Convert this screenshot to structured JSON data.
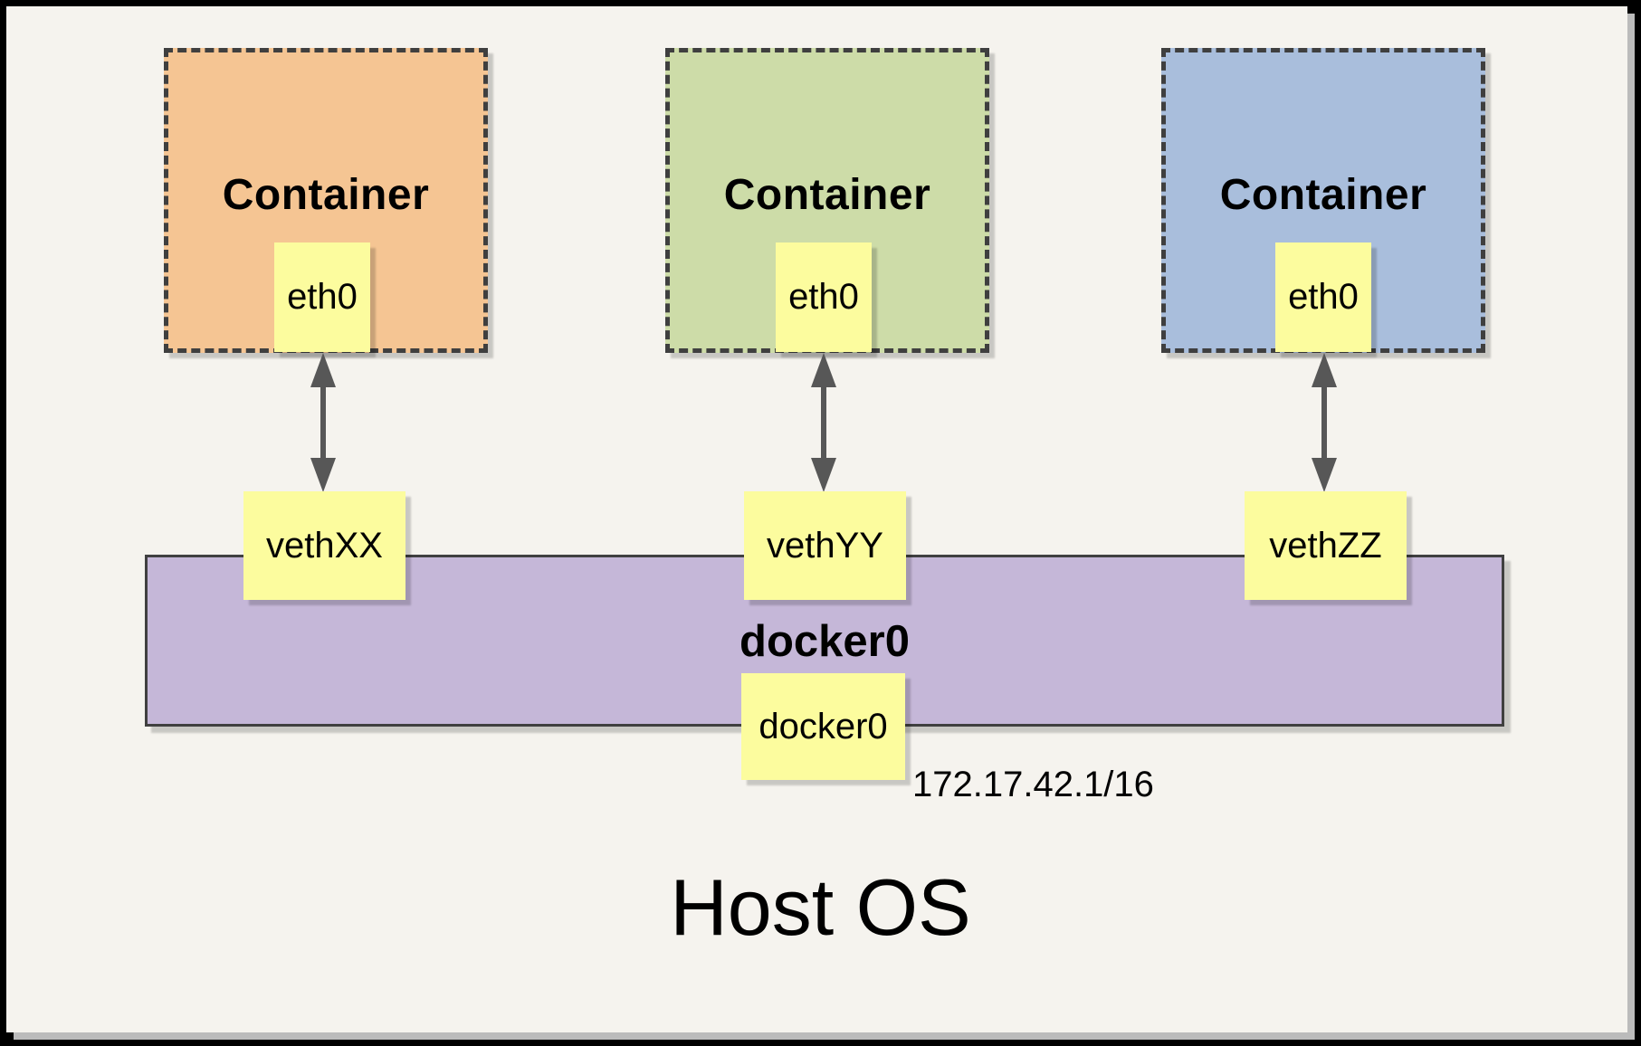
{
  "diagram": {
    "containers": [
      {
        "title": "Container",
        "interface": "eth0",
        "veth": "vethXX",
        "fill": "#F5C593"
      },
      {
        "title": "Container",
        "interface": "eth0",
        "veth": "vethYY",
        "fill": "#CDDCA8"
      },
      {
        "title": "Container",
        "interface": "eth0",
        "veth": "vethZZ",
        "fill": "#A9BEDC"
      }
    ],
    "bridge": {
      "label": "docker0",
      "interface": "docker0",
      "ip": "172.17.42.1/16",
      "fill": "#C5B7D8"
    },
    "host": {
      "label": "Host OS"
    },
    "colors": {
      "background": "#F5F3EE",
      "note_fill": "#FCFC9E",
      "dashed_border": "#3F3F3F",
      "arrow": "#575757",
      "frame": "#000000",
      "frame_shadow": "#BBBBBB"
    }
  }
}
